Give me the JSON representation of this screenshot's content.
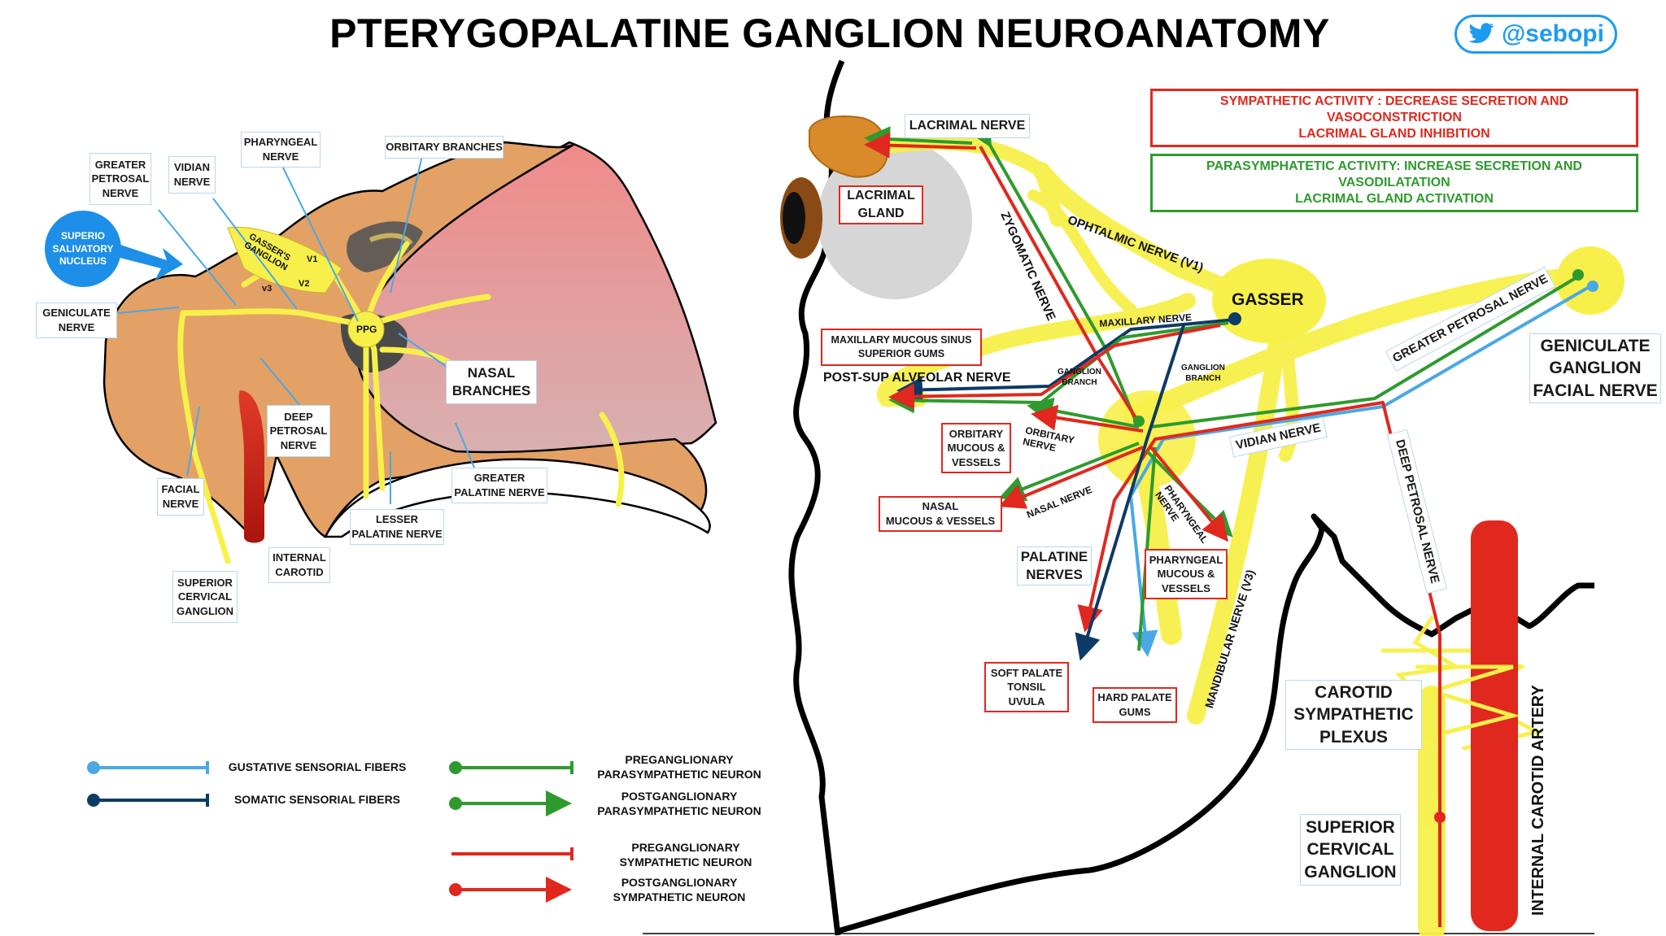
{
  "title": "PTERYGOPALATINE GANGLION NEUROANATOMY",
  "twitter_handle": "@sebopi",
  "colors": {
    "gustative": "#4aa8e6",
    "somatic": "#0d3a66",
    "parasympathetic": "#2e9a2e",
    "sympathetic": "#e0281e",
    "nerve_yellow": "#f7f04a",
    "bone": "#e3a165",
    "nasal_pink": "#d98e92",
    "carotid": "#d42a1c"
  },
  "left_diagram": {
    "superio_salivatory_nucleus": "SUPERIO\nSALIVATORY\nNUCLEUS",
    "greater_petrosal_nerve": "GREATER\nPETROSAL\nNERVE",
    "vidian_nerve": "VIDIAN\nNERVE",
    "pharyngeal_nerve": "PHARYNGEAL\nNERVE",
    "orbitary_branches": "ORBITARY BRANCHES",
    "geniculate_nerve": "GENICULATE\nNERVE",
    "gassers_ganglion": "GASSER'S\nGANGLION",
    "v1": "V1",
    "v2": "V2",
    "v3": "v3",
    "ppg": "PPG",
    "nasal_branches": "NASAL\nBRANCHES",
    "deep_petrosal_nerve": "DEEP\nPETROSAL\nNERVE",
    "facial_nerve": "FACIAL\nNERVE",
    "greater_palatine_nerve": "GREATER\nPALATINE NERVE",
    "lesser_palatine_nerve": "LESSER\nPALATINE NERVE",
    "internal_carotid": "INTERNAL\nCAROTID",
    "superior_cervical_ganglion": "SUPERIOR\nCERVICAL\nGANGLION"
  },
  "right_diagram": {
    "lacrimal_nerve": "LACRIMAL NERVE",
    "lacrimal_gland": "LACRIMAL\nGLAND",
    "zygomatic_nerve": "ZYGOMATIC NERVE",
    "ophtalmic_nerve": "OPHTALMIC NERVE (V1)",
    "gasser": "GASSER",
    "maxillary_nerve": "MAXILLARY NERVE",
    "maxillary_mucous": "MAXILLARY MUCOUS SINUS\nSUPERIOR GUMS",
    "post_sup_alveolar_nerve": "POST-SUP ALVEOLAR NERVE",
    "ganglion_branch_left": "GANGLION\nBRANCH",
    "ganglion_branch_right": "GANGLION\nBRANCH",
    "greater_petrosal_nerve": "GREATER PETROSAL NERVE",
    "geniculate_ganglion": "GENICULATE\nGANGLION\nFACIAL NERVE",
    "orbitary_mucous": "ORBITARY\nMUCOUS &\nVESSELS",
    "orbitary_nerve": "ORBITARY\nNERVE",
    "vidian_nerve": "VIDIAN NERVE",
    "nasal_mucous": "NASAL\nMUCOUS & VESSELS",
    "nasal_nerve": "NASAL NERVE",
    "pharyngeal_nerve": "PHARYNGEAL\nNERVE",
    "deep_petrosal_nerve": "DEEP PETROSAL NERVE",
    "palatine_nerves": "PALATINE\nNERVES",
    "pharyngeal_mucous": "PHARYNGEAL\nMUCOUS &\nVESSELS",
    "mandibular_nerve": "MANDIBULAR NERVE (V3)",
    "soft_palate": "SOFT PALATE\nTONSIL\nUVULA",
    "hard_palate": "HARD PALATE\nGUMS",
    "carotid_plexus": "CAROTID\nSYMPATHETIC\nPLEXUS",
    "superior_cervical_ganglion": "SUPERIOR\nCERVICAL\nGANGLION",
    "internal_carotid_artery": "INTERNAL CAROTID ARTERY"
  },
  "info_boxes": {
    "sympathetic": "SYMPATHETIC ACTIVITY : DECREASE SECRETION AND\nVASOCONSTRICTION\nLACRIMAL GLAND INHIBITION",
    "parasympathetic": "PARASYMPHATETIC ACTIVITY: INCREASE SECRETION AND\nVASODILATATION\nLACRIMAL GLAND ACTIVATION"
  },
  "legend": {
    "gustative": "GUSTATIVE SENSORIAL FIBERS",
    "somatic": "SOMATIC SENSORIAL FIBERS",
    "pre_para": "PREGANGLIONARY\nPARASYMPATHETIC NEURON",
    "post_para": "POSTGANGLIONARY\nPARASYMPATHETIC NEURON",
    "pre_symp": "PREGANGLIONARY\nSYMPATHETIC NEURON",
    "post_symp": "POSTGANGLIONARY\nSYMPATHETIC NEURON"
  }
}
